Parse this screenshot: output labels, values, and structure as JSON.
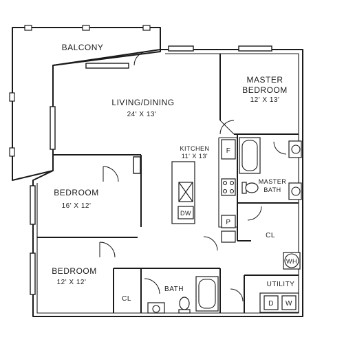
{
  "rooms": {
    "balcony": {
      "name": "BALCONY"
    },
    "living": {
      "name": "LIVING/DINING",
      "size": "24' X 13'"
    },
    "master": {
      "name_line1": "MASTER",
      "name_line2": "BEDROOM",
      "size": "12' X 13'"
    },
    "kitchen": {
      "name": "KITCHEN",
      "size": "11' X 13'"
    },
    "bedroom1": {
      "name": "BEDROOM",
      "size": "16' X 12'"
    },
    "bedroom2": {
      "name": "BEDROOM",
      "size": "12' X 12'"
    },
    "master_bath": {
      "name_line1": "MASTER",
      "name_line2": "BATH"
    },
    "bath": {
      "name": "BATH"
    },
    "utility": {
      "name": "UTILITY"
    }
  },
  "fixtures": {
    "fridge": "F",
    "dishwasher": "DW",
    "pantry": "P",
    "water_heater": "WH",
    "dryer": "D",
    "washer": "W",
    "closet_master": "CL",
    "closet_bed2": "CL"
  }
}
